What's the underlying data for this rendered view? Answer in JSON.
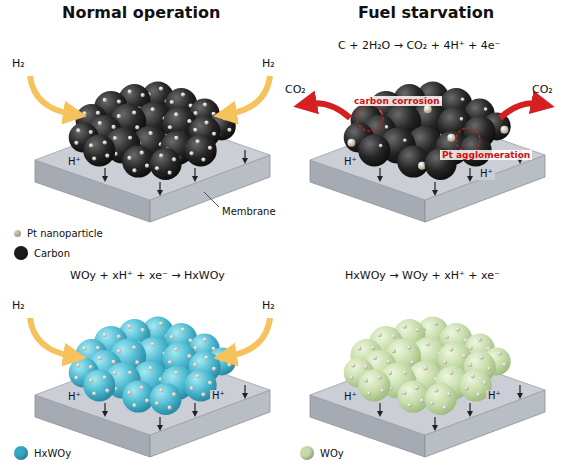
{
  "diagram": {
    "labels": [
      "Normal operation",
      "Fuel starvation",
      "H₂",
      "H₂",
      "Membrane",
      "H⁺",
      "C + 2H₂O → CO₂ + 4H⁺ + 4e⁻",
      "CO₂",
      "CO₂",
      "carbon corrosion",
      "Pt agglomeration",
      "H⁺",
      "H⁺",
      "WOy + xH⁺ + xe⁻ → HxWOy",
      "H₂",
      "H₂",
      "H⁺",
      "H⁺",
      "HxWOy → WOy + xH⁺ + xe⁻",
      "H⁺",
      "H⁺"
    ],
    "legend": [
      {
        "text": "Pt nanoparticle",
        "color": "#d6cfb6"
      },
      {
        "text": "Carbon",
        "color": "#1c1c1c"
      },
      {
        "text": "HxWOy",
        "color": "#38a8c2"
      },
      {
        "text": "WOy",
        "color": "#c6dcaa"
      }
    ]
  }
}
